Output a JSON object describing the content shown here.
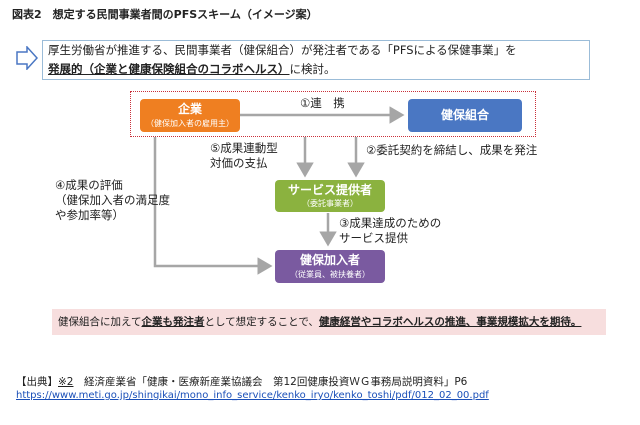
{
  "title": "図表2　想定する民間事業者間のPFSスキーム（イメージ案）",
  "intro": {
    "line1": "厚生労働省が推進する、民間事業者（健保組合）が発注者である「PFSによる保健事業」を",
    "line2_emph": "発展的（企業と健康保険組合のコラボヘルス）",
    "line2_rest": "に検討。"
  },
  "nodes": {
    "company": {
      "main": "企業",
      "sub": "（健保加入者の雇用主）"
    },
    "insurer": {
      "main": "健保組合"
    },
    "provider": {
      "main": "サービス提供者",
      "sub": "（委託事業者）"
    },
    "member": {
      "main": "健保加入者",
      "sub": "（従業員、被扶養者）"
    }
  },
  "labels": {
    "cooperation": "①連　携",
    "contract": "②委託契約を締結し、成果を発注",
    "delivery_line1": "③成果達成のための",
    "delivery_line2": "サービス提供",
    "evaluation_line1": "④成果の評価",
    "evaluation_line2": "（健保加入者の満足度",
    "evaluation_line3": "や参加率等）",
    "payment_line1": "⑤成果連動型",
    "payment_line2": "対価の支払"
  },
  "conclusion": {
    "pre": "健保組合に加えて",
    "b1": "企業も発注者",
    "mid": "として想定することで、",
    "b2": "健康経営やコラボヘルスの推進、事業規模拡大を期待。"
  },
  "source": {
    "prefix": "【出典】",
    "note": "※2",
    "text": "　経済産業省「健康・医療新産業協議会　第12回健康投資ＷＧ事務局説明資料」P6",
    "url": "https://www.meti.go.jp/shingikai/mono_info_service/kenko_iryo/kenko_toshi/pdf/012_02_00.pdf"
  },
  "colors": {
    "company": "#ef7f21",
    "insurer": "#4a77c3",
    "provider": "#8bb23f",
    "member": "#7a5aa0",
    "arrow": "#a6a6a6",
    "dashed_border": "#c9303a",
    "conclusion_bg": "#f7dede",
    "link": "#1a4fb8"
  }
}
